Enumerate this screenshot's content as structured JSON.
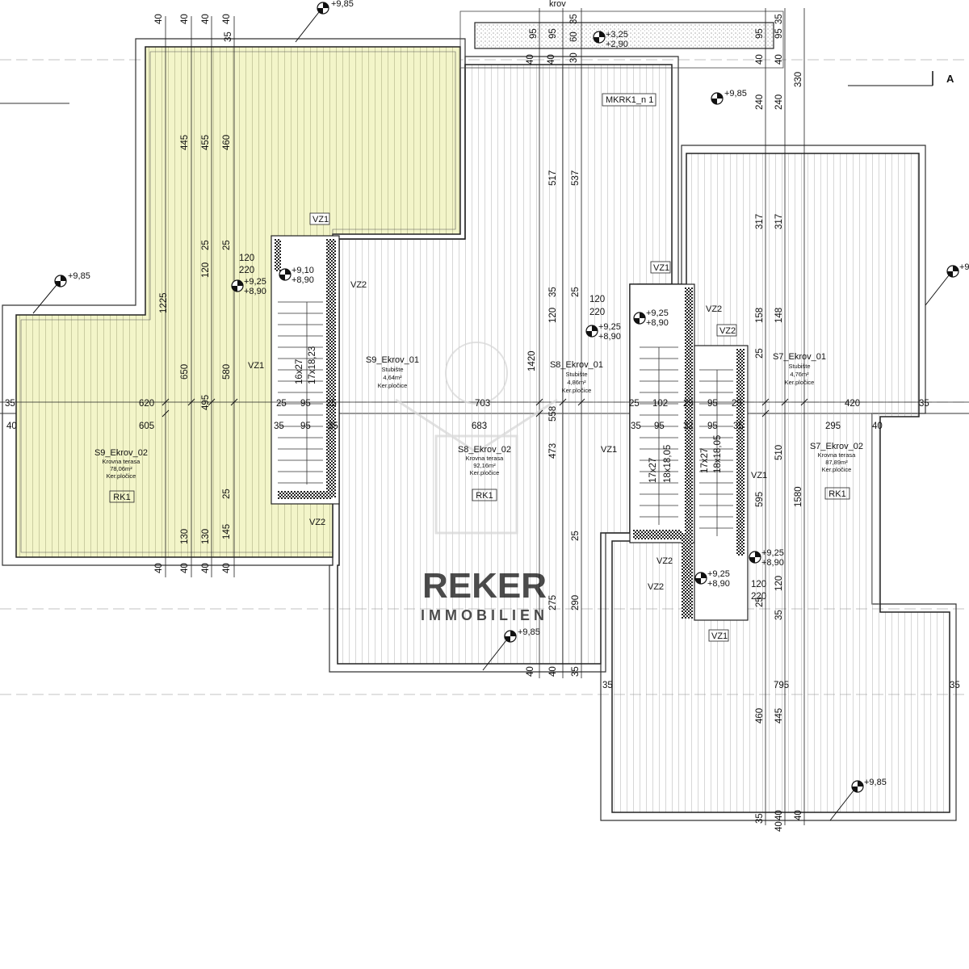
{
  "watermark": {
    "brand": "REKER",
    "sub": "IMMOBILIEN"
  },
  "section_marker": "A",
  "roof_label": "krov",
  "terrace_code": "MKRK1_n 1",
  "stair_codes": {
    "vz1": "VZ1",
    "vz2": "VZ2"
  },
  "rooms": [
    {
      "id": "S9_Ekrov_02",
      "name": "S9_Ekrov_02",
      "use": "Krovna terasa",
      "area": "78,06m²",
      "finish": "Ker.pločice",
      "tag": "RK1"
    },
    {
      "id": "S8_Ekrov_02",
      "name": "S8_Ekrov_02",
      "use": "Krovna terasa",
      "area": "92,16m²",
      "finish": "Ker.pločice",
      "tag": "RK1"
    },
    {
      "id": "S7_Ekrov_02",
      "name": "S7_Ekrov_02",
      "use": "Krovna terasa",
      "area": "87,89m²",
      "finish": "Ker.pločice",
      "tag": "RK1"
    },
    {
      "id": "S9_Ekrov_01",
      "name": "S9_Ekrov_01",
      "use": "Stubište",
      "area": "4,64m²",
      "finish": "Ker.pločice"
    },
    {
      "id": "S8_Ekrov_01",
      "name": "S8_Ekrov_01",
      "use": "Stubište",
      "area": "4,86m²",
      "finish": "Ker.pločice"
    },
    {
      "id": "S7_Ekrov_01",
      "name": "S7_Ekrov_01",
      "use": "Stubište",
      "area": "4,76m²",
      "finish": "Ker.pločice"
    }
  ],
  "level_marks": {
    "top": "+9,85",
    "left": "+9,85",
    "bottom_center": "+9,85",
    "bottom_right": "+9,85",
    "right": "+9",
    "upper_right": "+9,85",
    "roof_top": "+3,25",
    "roof_bottom": "+2,90",
    "s9_stair_top": "+9,10",
    "s9_stair_bottom": "+8,90",
    "s9_landing_top": "+9,25",
    "s9_landing_bottom": "+8,90",
    "s8_stair_top": "+9,25",
    "s8_stair_bottom": "+8,90",
    "s8_landing_top": "+9,25",
    "s8_landing_bottom": "+8,90",
    "s7_stair_top": "+9,25",
    "s7_stair_bottom": "+8,90",
    "s7_landing_top": "+9,25",
    "s7_landing_bottom": "+8,90"
  },
  "stairs": {
    "s9_a": "16x27",
    "s9_b": "17x18,23",
    "s8_a": "17x27",
    "s8_b": "18x18,05",
    "s7_a": "17x27",
    "s7_b": "18x18,05"
  },
  "dimensions": {
    "top_row": [
      "40",
      "40",
      "40",
      "40",
      "35"
    ],
    "top_roof": [
      "35",
      "95",
      "95",
      "60",
      "35",
      "95",
      "95"
    ],
    "top_roof_b": [
      "40",
      "40",
      "30",
      "40",
      "40"
    ],
    "right_vertical": [
      "330",
      "240",
      "240"
    ],
    "col_a": [
      "445",
      "455",
      "460"
    ],
    "col_a2": [
      "25",
      "25"
    ],
    "col_a3": [
      "120"
    ],
    "s9_landing": [
      "120",
      "220"
    ],
    "col_b": [
      "1225",
      "650",
      "495",
      "580"
    ],
    "col_c": [
      "130",
      "130",
      "145"
    ],
    "col_c2": [
      "25"
    ],
    "bottom_s9": [
      "40",
      "40",
      "40",
      "40"
    ],
    "h_row_1": [
      "35",
      "620",
      "25",
      "95",
      "25",
      "703",
      "25",
      "102",
      "25",
      "95",
      "25",
      "420",
      "35"
    ],
    "h_row_2": [
      "40",
      "605",
      "35",
      "95",
      "35",
      "683",
      "35",
      "95",
      "32",
      "95",
      "35",
      "295",
      "40"
    ],
    "s8_vertical": [
      "517",
      "537",
      "35",
      "25",
      "120",
      "1420",
      "558",
      "473",
      "25",
      "275",
      "290"
    ],
    "s8_landing": [
      "120",
      "220"
    ],
    "s7_vertical": [
      "317",
      "317",
      "158",
      "148",
      "25",
      "510",
      "1580",
      "595",
      "120",
      "25",
      "35"
    ],
    "s7_landing": [
      "120",
      "220"
    ],
    "bottom_s8": [
      "40",
      "40",
      "35"
    ],
    "bottom_right_h": [
      "35",
      "795",
      "35"
    ],
    "bottom_right_v": [
      "460",
      "445"
    ],
    "bottom_row": [
      "35",
      "40",
      "40",
      "40"
    ]
  }
}
